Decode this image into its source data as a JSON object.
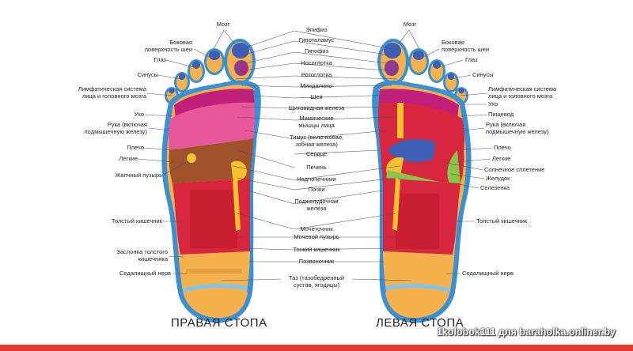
{
  "labels": {
    "mozg_r": "Мозг",
    "bokovaya_r": "Боковая\nповерхность шеи",
    "glaz_r": "Глаз",
    "sinusy_r": "Синусы",
    "limf_r": "Лимфатическая система\nлица и головного мозга",
    "uho_r": "Ухо",
    "ruka_r": "Рука (включая\nподмышечную железу)",
    "plecho_r": "Плечо",
    "legkie_r": "Легкие",
    "zhelchny_r": "Желчный пузырь",
    "tolsty_r": "Толстый кишечник",
    "zaslonka_r": "Заслонка толстого\nкишечника",
    "sedal_r": "Седалищный нерв",
    "epifiz": "Эпифиз",
    "gipotalamus": "Гипоталамус",
    "gipofiz": "Гипофиз",
    "nosoglotka": "Носоглотка",
    "rotoglotka": "Ротоглотка",
    "mindaliny": "Миндалины",
    "sheya": "Шея",
    "shchitovid": "Щитовидная железа",
    "mimicheskie": "Мимические\nмышцы лица",
    "timus": "Тимус (вилочковая,\nзобная железа)",
    "serdtse": "Сердце",
    "pechen": "Печень",
    "nadpochechniki": "Надпочечники",
    "pochki": "Почки",
    "podzhel": "Поджелудочная\nжелеза",
    "mochetochnik": "Мочеточник",
    "mochevoy": "Мочевой пузырь",
    "tonky": "Тонкий кишечник",
    "pozvonochnik": "Позвоночник",
    "taz": "Таз (тазобедренный\nсустав, ягодицы)",
    "mozg_l": "Мозг",
    "bokovaya_l": "Боковая\nповерхность шеи",
    "glaz_l": "Глаз",
    "sinusy_l": "Синусы",
    "limf_l": "Лимфатическая система\nлица и головного мозга",
    "uho_l": "Ухо",
    "pishchevod": "Пищевод",
    "ruka_l": "Рука (включая\nподмышечную железу)",
    "plecho_l": "Плечо",
    "legkie_l": "Легкие",
    "solnechnoe": "Солнечное сплетение",
    "zheludok": "Желудок",
    "selezenka": "Селезенка",
    "tolsty_l": "Толстый кишечник",
    "sedal_l": "Седалищный нерв"
  },
  "titles": {
    "right": "ПРАВАЯ СТОПА",
    "left": "ЛЕВАЯ СТОПА"
  },
  "watermark": "1kolobok111 для baraholka.onliner.by",
  "colors": {
    "outline_blue": "#3b8fd4",
    "sole_red": "#d7263d",
    "heel_orange": "#f5b14c",
    "brain_blue": "#3d5fb5",
    "pink": "#e9579b",
    "magenta": "#c21f7a",
    "purple": "#8b3d92",
    "brown": "#a0522d",
    "yellow": "#f6c12b",
    "green": "#8bc34a",
    "light_blue": "#7ec6ef",
    "accent_red": "#e23a2c"
  }
}
